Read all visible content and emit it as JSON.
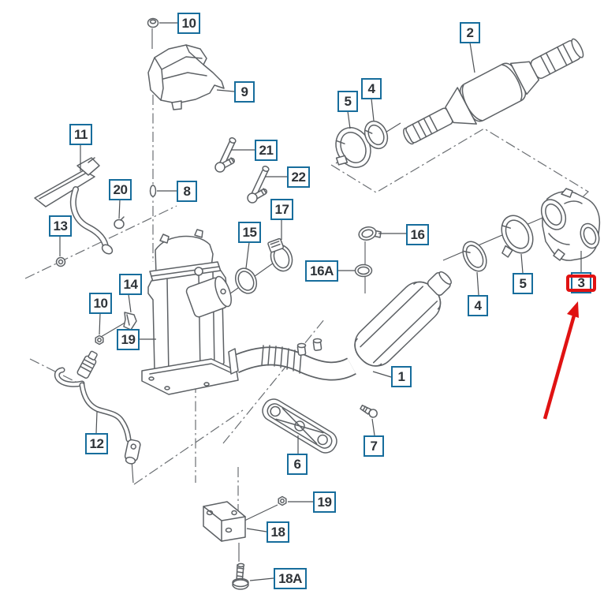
{
  "diagram": {
    "type": "exploded-parts-diagram",
    "callouts": [
      {
        "text": "10"
      },
      {
        "text": "2"
      },
      {
        "text": "9"
      },
      {
        "text": "11"
      },
      {
        "text": "21"
      },
      {
        "text": "22"
      },
      {
        "text": "20"
      },
      {
        "text": "8"
      },
      {
        "text": "13"
      },
      {
        "text": "5"
      },
      {
        "text": "4"
      },
      {
        "text": "17"
      },
      {
        "text": "15"
      },
      {
        "text": "16"
      },
      {
        "text": "16A"
      },
      {
        "text": "14"
      },
      {
        "text": "10"
      },
      {
        "text": "19"
      },
      {
        "text": "12"
      },
      {
        "text": "1"
      },
      {
        "text": "6"
      },
      {
        "text": "7"
      },
      {
        "text": "4"
      },
      {
        "text": "5"
      },
      {
        "text": "3"
      },
      {
        "text": "19"
      },
      {
        "text": "18"
      },
      {
        "text": "18A"
      }
    ],
    "highlighted_callout": "3",
    "annotation": {
      "shape": "arrow",
      "color": "#e01212",
      "points_to_callout": "3"
    },
    "colors": {
      "background": "#ffffff",
      "callout_border": "#176d9c",
      "callout_text": "#2e3338",
      "linework": "#5d6165",
      "highlight": "#e01212"
    }
  }
}
